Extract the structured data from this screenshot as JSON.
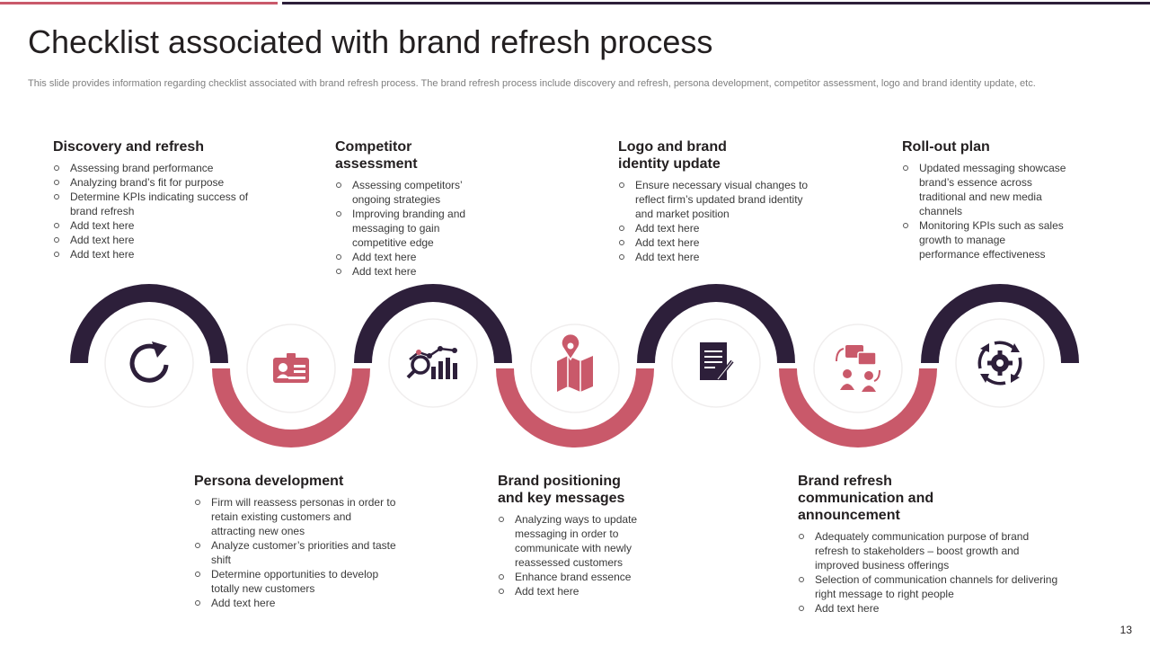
{
  "slide": {
    "title": "Checklist associated with brand refresh process",
    "subtitle": "This slide provides information regarding checklist associated with brand refresh process. The brand refresh process include discovery and refresh, persona development, competitor assessment, logo and brand identity update, etc.",
    "page_number": "13"
  },
  "colors": {
    "dark": "#2d1f3a",
    "accent": "#c9596a",
    "circle_border": "#f0eeee"
  },
  "steps": [
    {
      "title": "Discovery and refresh",
      "icon": "refresh-icon",
      "items": [
        "Assessing brand performance",
        "Analyzing brand’s fit for purpose",
        "Determine KPIs indicating success of brand refresh",
        "Add text here",
        "Add text here",
        "Add text here"
      ]
    },
    {
      "title": "Persona development",
      "icon": "id-card-icon",
      "items": [
        "Firm will reassess personas in order to retain existing customers and attracting new ones",
        "Analyze customer’s priorities and taste shift",
        "Determine opportunities to develop totally new customers",
        "Add text here"
      ]
    },
    {
      "title": "Competitor assessment",
      "icon": "analytics-icon",
      "items": [
        "Assessing competitors’ ongoing strategies",
        "Improving branding and messaging to gain competitive edge",
        "Add text here",
        "Add text here"
      ]
    },
    {
      "title": "Brand positioning and key messages",
      "icon": "map-pin-icon",
      "items": [
        "Analyzing ways to update messaging in order to communicate with newly reassessed customers",
        "Enhance brand essence",
        "Add text here"
      ]
    },
    {
      "title": "Logo and brand identity update",
      "icon": "document-pen-icon",
      "items": [
        "Ensure necessary visual changes to reflect firm’s updated brand identity and market position",
        "Add text here",
        "Add text here",
        "Add text here"
      ]
    },
    {
      "title": "Brand refresh communication and announcement",
      "icon": "communication-icon",
      "items": [
        "Adequately communication purpose of brand refresh to stakeholders – boost growth and improved business offerings",
        "Selection of communication channels for delivering right message to right people",
        "Add text here"
      ]
    },
    {
      "title": "Roll-out plan",
      "icon": "settings-cycle-icon",
      "items": [
        "Updated messaging showcase brand’s essence across traditional and new media channels",
        "Monitoring KPIs such as sales growth to manage performance effectiveness"
      ]
    }
  ]
}
